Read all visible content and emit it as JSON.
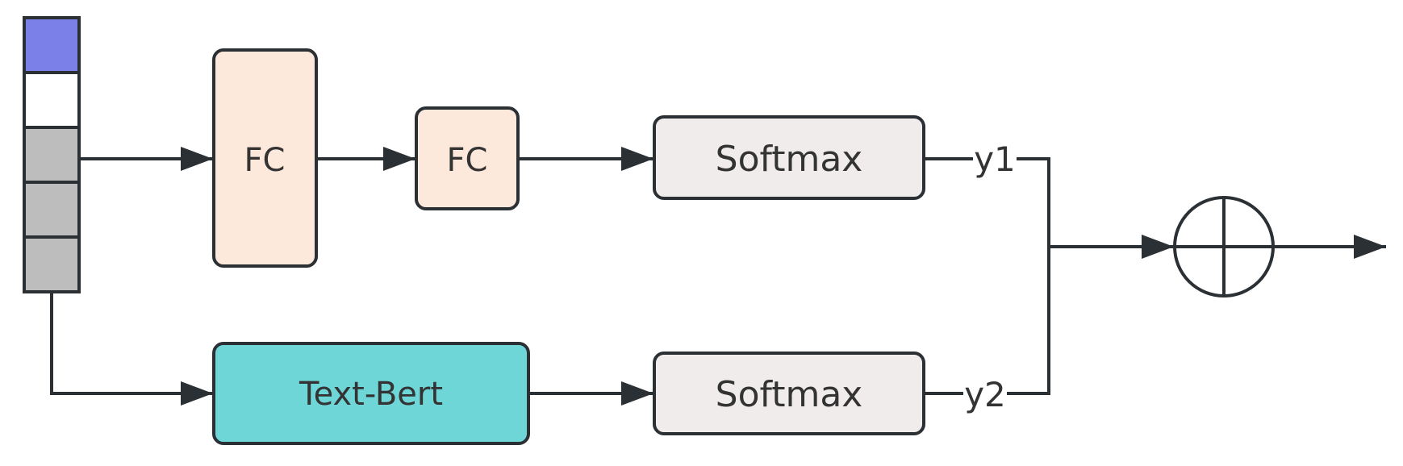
{
  "diagram": {
    "nodes": {
      "fc1": {
        "label": "FC"
      },
      "fc2": {
        "label": "FC"
      },
      "softmax1": {
        "label": "Softmax"
      },
      "text_bert": {
        "label": "Text-Bert"
      },
      "softmax2": {
        "label": "Softmax"
      },
      "sum": {
        "label": ""
      }
    },
    "edge_labels": {
      "y1": "y1",
      "y2": "y2"
    },
    "input_vector": {
      "cell_colors": [
        "#7b7fe8",
        "#ffffff",
        "#bdbdbd",
        "#bdbdbd",
        "#bdbdbd"
      ]
    },
    "colors": {
      "stroke": "#2b3035",
      "fc_fill": "#fce9dc",
      "softmax_fill": "#efeceb",
      "text_bert_fill": "#6fd6d8",
      "label_text": "#333333"
    }
  }
}
